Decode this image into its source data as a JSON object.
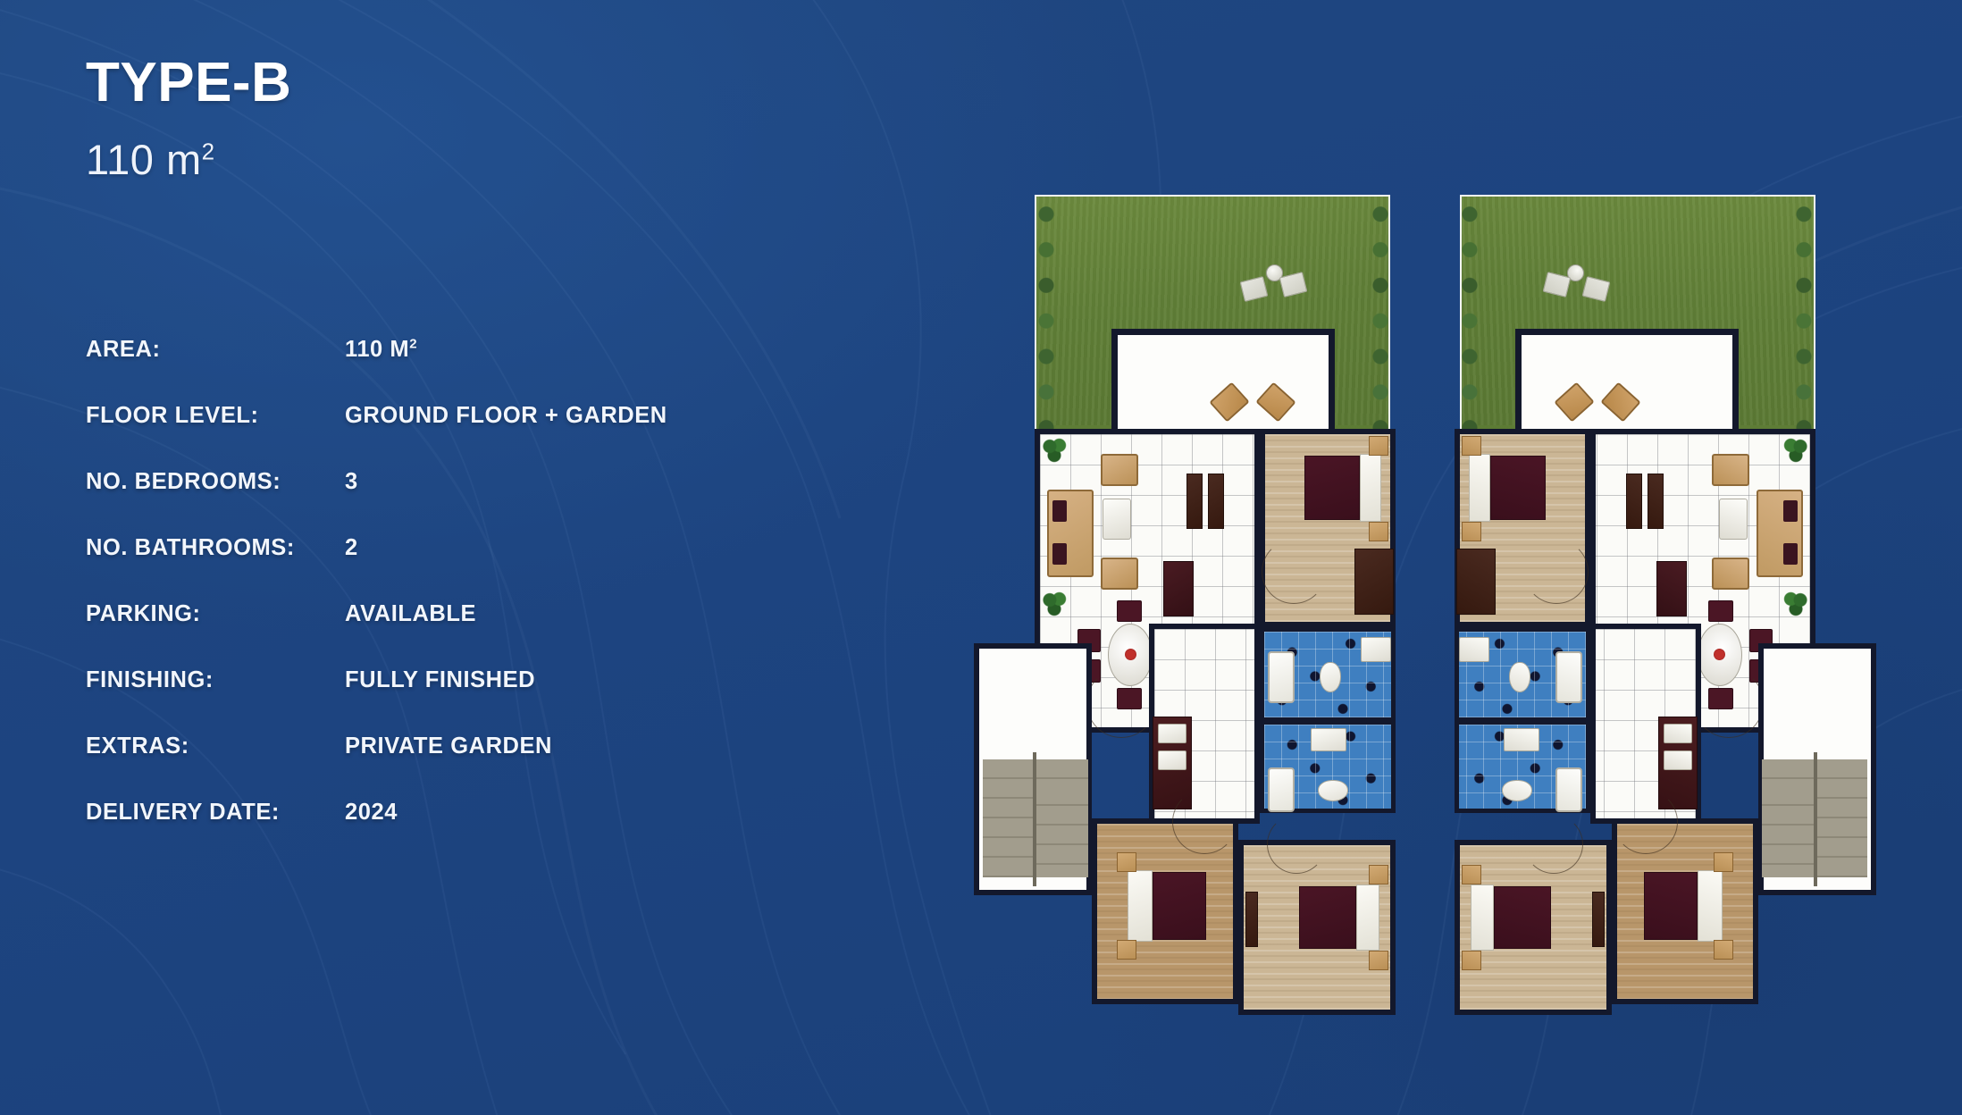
{
  "slide": {
    "background_color": "#1d4480",
    "accent_color": "#ffffff"
  },
  "header": {
    "title": "TYPE-B",
    "area_heading": "110 m",
    "area_heading_sup": "2"
  },
  "specs": {
    "rows": [
      {
        "label": "AREA:",
        "value": "110 M",
        "sup": "2"
      },
      {
        "label": "FLOOR LEVEL:",
        "value": "GROUND FLOOR + GARDEN",
        "sup": ""
      },
      {
        "label": "NO. BEDROOMS:",
        "value": "3",
        "sup": ""
      },
      {
        "label": "NO. BATHROOMS:",
        "value": "2",
        "sup": ""
      },
      {
        "label": "PARKING:",
        "value": "AVAILABLE",
        "sup": ""
      },
      {
        "label": "FINISHING:",
        "value": "FULLY FINISHED",
        "sup": ""
      },
      {
        "label": "EXTRAS:",
        "value": "PRIVATE GARDEN",
        "sup": ""
      },
      {
        "label": "DELIVERY DATE:",
        "value": "2024",
        "sup": ""
      }
    ]
  },
  "floorplans": {
    "units": [
      {
        "name": "floor-plan-unit-left",
        "mirrored": false
      },
      {
        "name": "floor-plan-unit-right",
        "mirrored": true
      }
    ],
    "legend_colors": {
      "garden_green": "#607f37",
      "wood_floor": "#cbb695",
      "bath_tile_blue": "#3f7fc0",
      "wall_dark": "#13182c",
      "bed_burgundy": "#4a1525",
      "tile_floor": "#fbfbf8"
    },
    "rooms": [
      "private-garden",
      "terrace",
      "living-dining-room",
      "master-bedroom",
      "bathroom-1",
      "bathroom-2",
      "bedroom-2",
      "bedroom-3",
      "hallway",
      "kitchen",
      "staircase"
    ]
  }
}
